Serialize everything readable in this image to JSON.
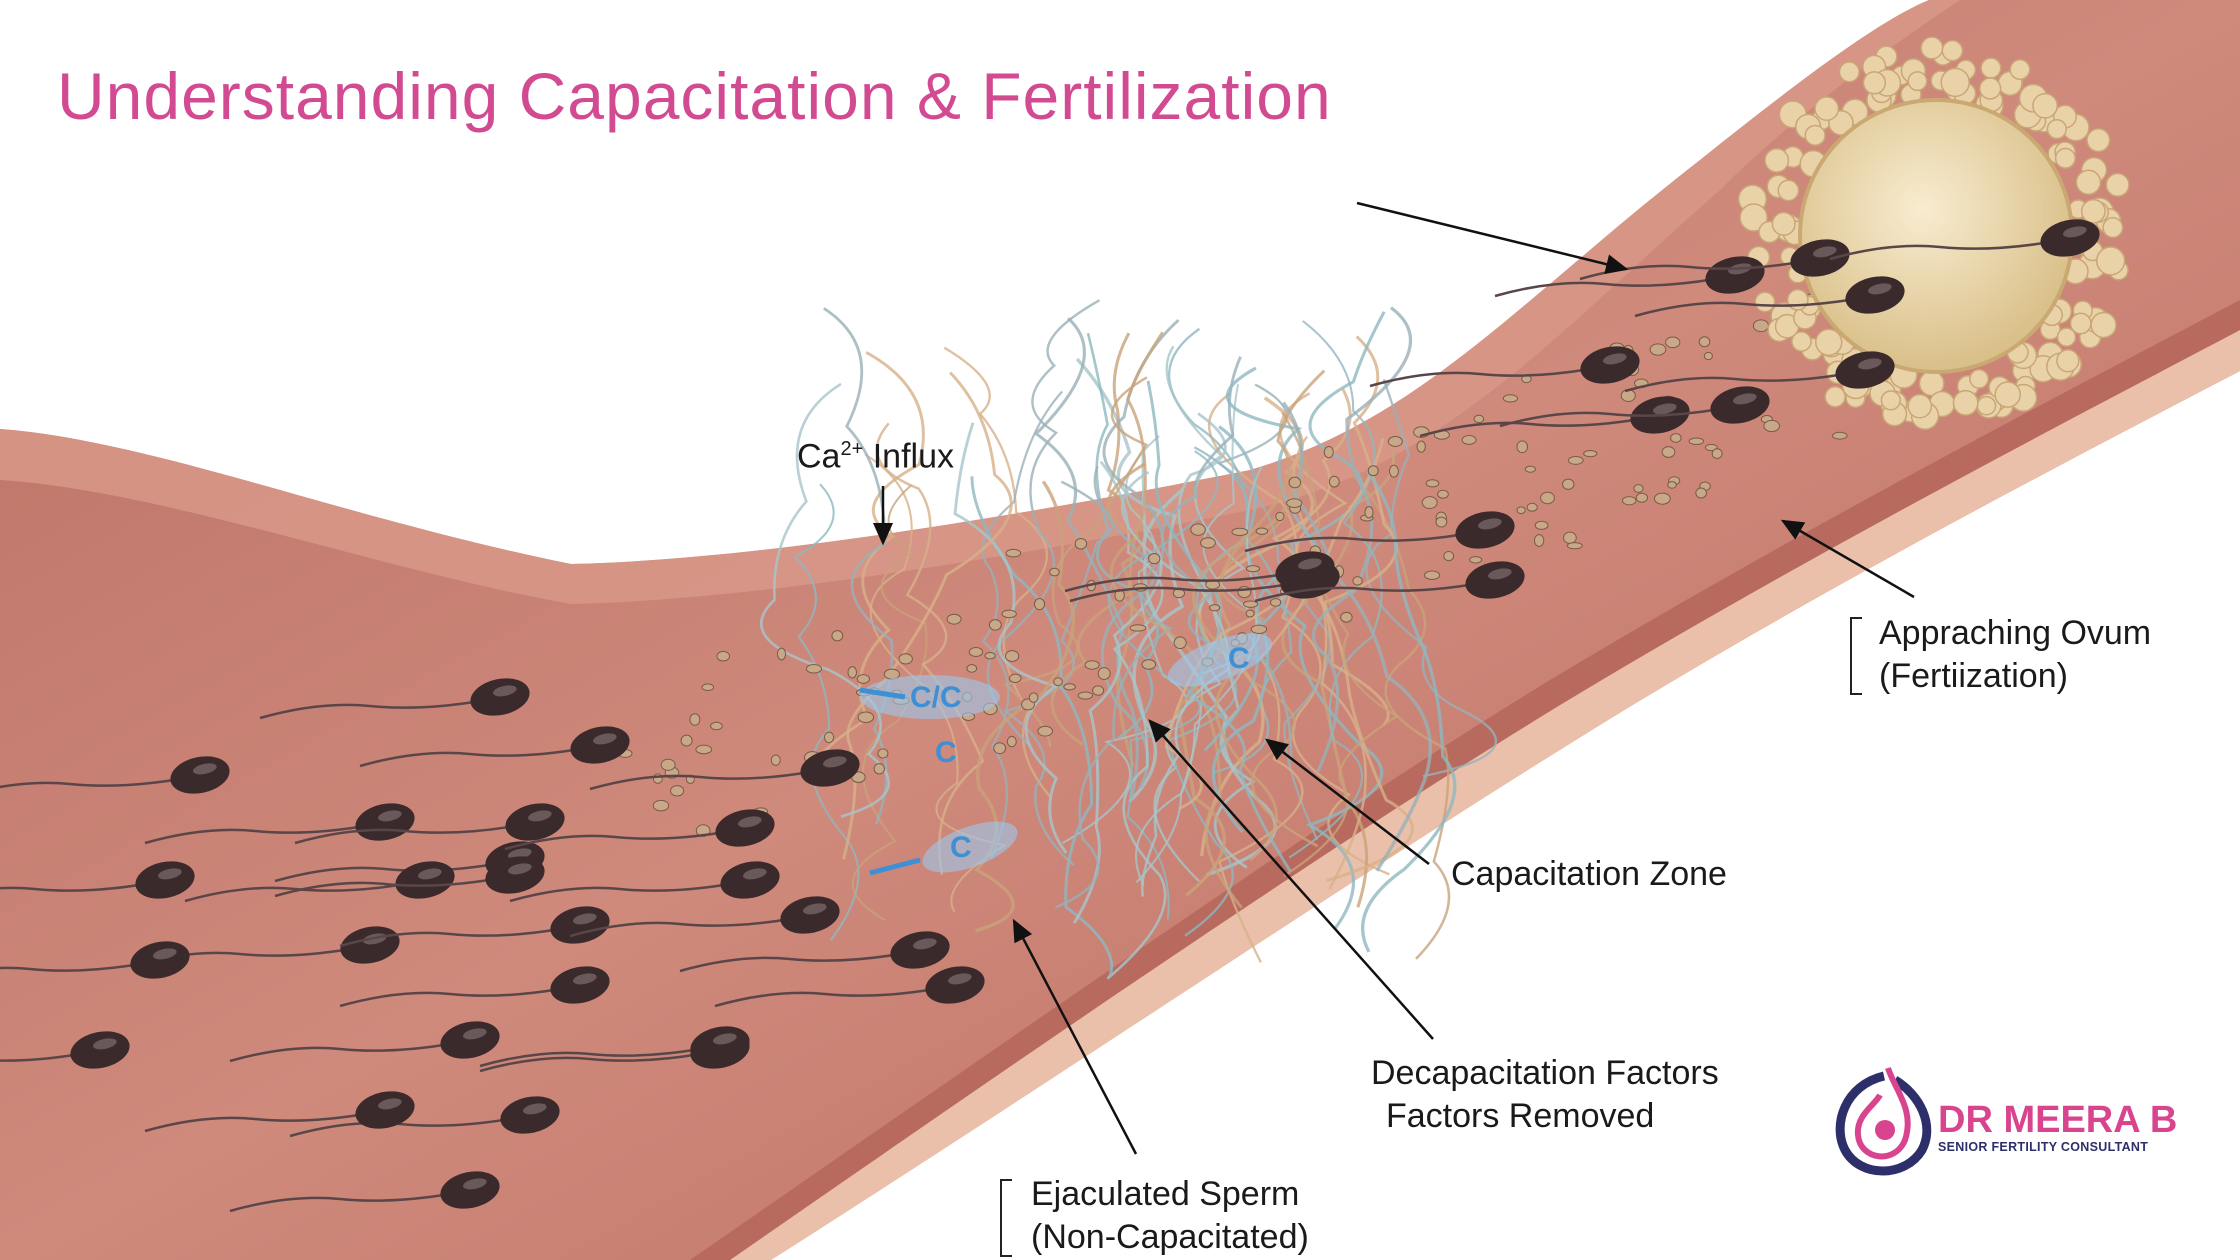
{
  "title": "Understanding Capacitation & Fertilization",
  "labels": {
    "ca_influx": {
      "base": "Ca",
      "superscript": "2+",
      "rest": " Influx"
    },
    "approaching_ovum": {
      "line1": "Appraching Ovum",
      "line2": "(Fertiization)"
    },
    "capacitation_zone": "Capacitation Zone",
    "decapacitation": {
      "line1": "Decapacitation Factors",
      "line2": "Factors Removed"
    },
    "ejaculated_sperm": {
      "line1": "Ejaculated Sperm",
      "line2": "(Non-Capacitated)"
    }
  },
  "logo": {
    "name": "DR MEERA B",
    "subtitle": "SENIOR FERTILITY CONSULTANT"
  },
  "colors": {
    "title": "#d24b92",
    "tube": "#c57c70",
    "tube_wall": "#e8b49f",
    "sperm_head": "#3a2a2c",
    "ovum": "#efdcb0",
    "logo_pink": "#d9448e",
    "logo_navy": "#2d2f6b",
    "ion_blue": "#3d8fd6"
  }
}
